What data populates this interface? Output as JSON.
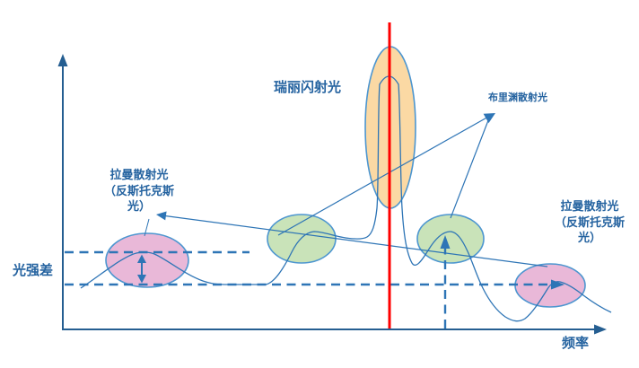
{
  "diagram": {
    "labels": {
      "rayleigh": "瑞丽闪射光",
      "brillouin": "布里渊散射光",
      "raman_left": {
        "line1": "拉曼散射光",
        "line2": "（反斯托克斯",
        "line3": "光）"
      },
      "raman_right": {
        "line1": "拉曼散射光",
        "line2": "（反斯托克斯",
        "line3": "光）"
      },
      "intensity_diff": "光强差",
      "x_axis": "频率"
    },
    "colors": {
      "line_blue": "#2E75B6",
      "axis_blue": "#255E91",
      "ellipse_stroke": "#4D96D0",
      "rayleigh_fill": "#FBD9A4",
      "brillouin_fill": "#C9E3B9",
      "raman_fill": "#E9B8D8",
      "laser_red": "#FF0000",
      "text_blue": "#2563A0"
    }
  }
}
